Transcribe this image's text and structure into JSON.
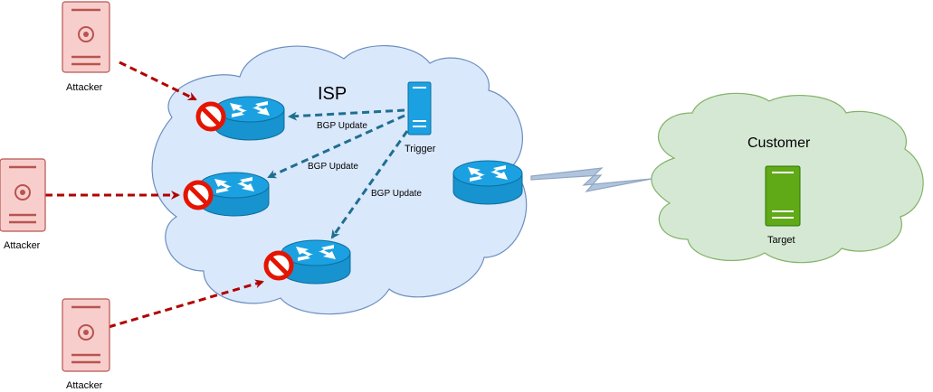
{
  "isp": {
    "label": "ISP",
    "fill": "#dae8fc",
    "stroke": "#6c8ebf"
  },
  "customer": {
    "label": "Customer",
    "fill": "#d5e8d4",
    "stroke": "#82b366"
  },
  "trigger": {
    "label": "Trigger",
    "color": "#1ba1e2"
  },
  "target": {
    "label": "Target",
    "color": "#60a917"
  },
  "attackers": [
    {
      "label": "Attacker"
    },
    {
      "label": "Attacker"
    },
    {
      "label": "Attacker"
    }
  ],
  "bgp_updates": [
    {
      "label": "BGP Update"
    },
    {
      "label": "BGP Update"
    },
    {
      "label": "BGP Update"
    }
  ],
  "colors": {
    "attacker_fill": "#f8cecc",
    "attacker_stroke": "#b85450",
    "attack_arrow": "#b20000",
    "bgp_arrow": "#1f6f8f",
    "router": "#1ba1e2",
    "block_sign": "#e51400",
    "link": "#8fa6c1"
  }
}
